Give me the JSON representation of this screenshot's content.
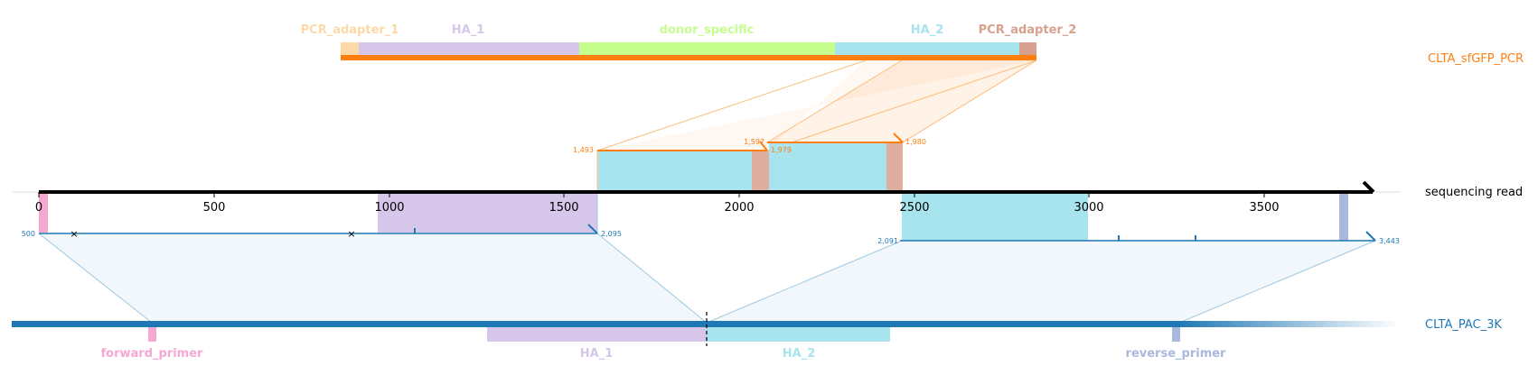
{
  "top": {
    "name": "CLTA_sfGFP_PCR",
    "color": "#ff7f0e",
    "features": [
      {
        "name": "PCR_adapter_1",
        "color": "#fdd9a8"
      },
      {
        "name": "HA_1",
        "color": "#d5c6ea"
      },
      {
        "name": "donor_specific",
        "color": "#c6fe8e"
      },
      {
        "name": "HA_2",
        "color": "#a8e4ee"
      },
      {
        "name": "PCR_adapter_2",
        "color": "#d8a08e"
      }
    ]
  },
  "read": {
    "name": "sequencing read",
    "ticks": [
      "0",
      "500",
      "1000",
      "1500",
      "2000",
      "2500",
      "3000",
      "3500"
    ],
    "top_alignments": {
      "a": {
        "start": "1,493",
        "end": "1,597"
      },
      "b": {
        "start": "1,979",
        "end": "1,980"
      }
    },
    "bottom_alignments": {
      "a": {
        "start": "500",
        "end": "2,095"
      },
      "b": {
        "start": "2,091",
        "end": "3,443"
      }
    }
  },
  "bottom": {
    "name": "CLTA_PAC_3K",
    "color": "#1f77b4",
    "features": [
      {
        "name": "forward_primer",
        "color": "#f7a8d2"
      },
      {
        "name": "HA_1",
        "color": "#d5c6ea"
      },
      {
        "name": "HA_2",
        "color": "#a8e4ee"
      },
      {
        "name": "reverse_primer",
        "color": "#a9b9dd"
      }
    ]
  }
}
